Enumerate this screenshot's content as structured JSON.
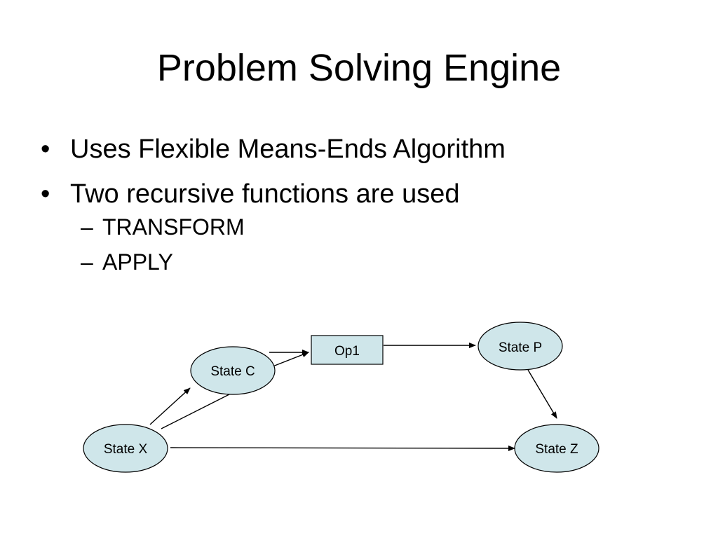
{
  "slide": {
    "title": "Problem Solving Engine",
    "bullets": [
      "Uses Flexible Means-Ends Algorithm",
      "Two recursive functions are used"
    ],
    "subbullets": [
      "TRANSFORM",
      "APPLY"
    ],
    "bullet_symbol": "•",
    "subbullet_symbol": "–"
  },
  "diagram": {
    "node_fill": "#cfe6ea",
    "nodes": {
      "state_x": "State X",
      "state_c": "State C",
      "op1": "Op1",
      "state_p": "State P",
      "state_z": "State Z"
    },
    "edges": [
      {
        "from": "State X",
        "to": "State C"
      },
      {
        "from": "State X",
        "to": "Op1"
      },
      {
        "from": "State C",
        "to": "Op1"
      },
      {
        "from": "Op1",
        "to": "State P"
      },
      {
        "from": "State P",
        "to": "State Z"
      },
      {
        "from": "State X",
        "to": "State Z"
      }
    ]
  }
}
